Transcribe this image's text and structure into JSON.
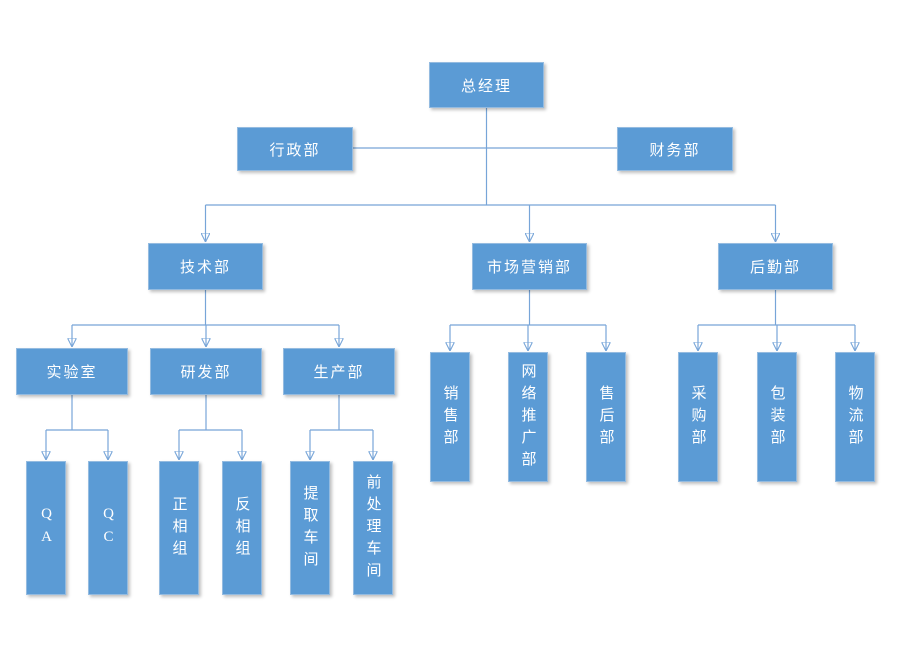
{
  "colors": {
    "node_fill": "#5b9bd5",
    "node_border": "#94bbe0",
    "node_text": "#ffffff",
    "connector": "#77a5d8",
    "arrow": "#4383c4",
    "background": "#ffffff"
  },
  "org": {
    "type": "org_chart",
    "root": {
      "label": "总经理"
    },
    "staff": [
      {
        "label": "行政部"
      },
      {
        "label": "财务部"
      }
    ],
    "branches": [
      {
        "label": "技术部",
        "children": [
          {
            "label": "实验室",
            "children": [
              {
                "label": "QA"
              },
              {
                "label": "QC"
              }
            ]
          },
          {
            "label": "研发部",
            "children": [
              {
                "label": "正相组"
              },
              {
                "label": "反相组"
              }
            ]
          },
          {
            "label": "生产部",
            "children": [
              {
                "label": "提取车间"
              },
              {
                "label": "前处理车间"
              }
            ]
          }
        ]
      },
      {
        "label": "市场营销部",
        "children": [
          {
            "label": "销售部"
          },
          {
            "label": "网络推广部"
          },
          {
            "label": "售后部"
          }
        ]
      },
      {
        "label": "后勤部",
        "children": [
          {
            "label": "采购部"
          },
          {
            "label": "包装部"
          },
          {
            "label": "物流部"
          }
        ]
      }
    ]
  }
}
